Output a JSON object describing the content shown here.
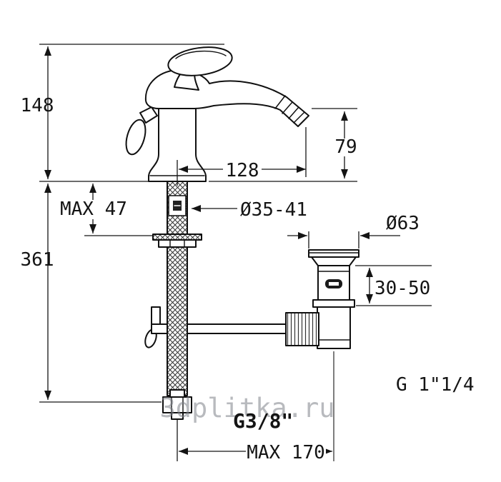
{
  "diagram": {
    "labels": {
      "height_body": "148",
      "height_total": "361",
      "deck_max": "MAX 47",
      "spout_reach": "128",
      "spout_height": "79",
      "hole_diameter": "Ø35-41",
      "waste_diameter": "Ø63",
      "waste_height_range": "30-50",
      "waste_thread": "G 1\"1/4",
      "hose_thread": "G3/8\"",
      "hose_reach_max": "MAX 170"
    },
    "watermark": "3dplitka.ru"
  }
}
